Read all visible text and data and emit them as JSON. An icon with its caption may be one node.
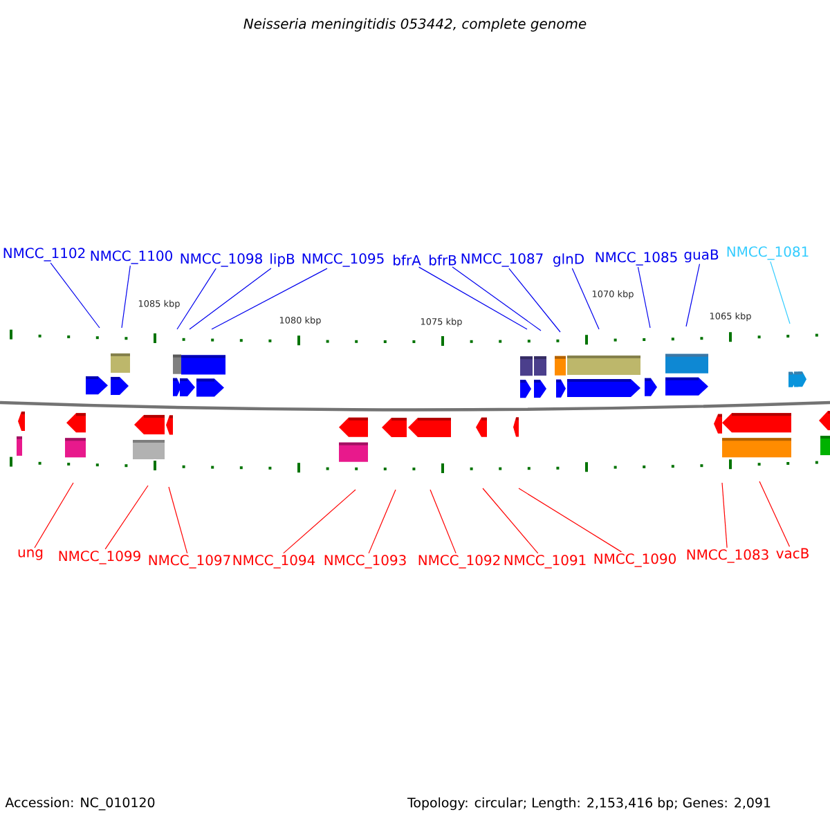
{
  "diagram": {
    "title": "Neisseria meningitidis 053442, complete genome",
    "nodes": [
      {
        "text": [
          "NMCC_1102"
        ]
      },
      {
        "text": [
          "NMCC_1100"
        ]
      },
      {
        "text": [
          "NMCC_1098"
        ]
      },
      {
        "text": [
          "lipB"
        ]
      },
      {
        "text": [
          "NMCC_1095"
        ]
      },
      {
        "text": [
          "bfrA"
        ]
      },
      {
        "text": [
          "bfrB"
        ]
      },
      {
        "text": [
          "NMCC_1087"
        ]
      },
      {
        "text": [
          "glnD"
        ]
      },
      {
        "text": [
          "NMCC_1085"
        ]
      },
      {
        "text": [
          "guaB"
        ]
      },
      {
        "text": [
          "NMCC_1081"
        ]
      },
      {
        "text": [
          "ung"
        ]
      },
      {
        "text": [
          "NMCC_1099"
        ]
      },
      {
        "text": [
          "NMCC_1097"
        ]
      },
      {
        "text": [
          "NMCC_1094"
        ]
      },
      {
        "text": [
          "NMCC_1093"
        ]
      },
      {
        "text": [
          "NMCC_1092"
        ]
      },
      {
        "text": [
          "NMCC_1091"
        ]
      },
      {
        "text": [
          "NMCC_1090"
        ]
      },
      {
        "text": [
          "NMCC_1083"
        ]
      },
      {
        "text": [
          "vacB"
        ]
      }
    ],
    "edges": [
      {
        "from": 0,
        "to": null,
        "arrow": "none"
      },
      {
        "from": 1,
        "to": null,
        "arrow": "none"
      },
      {
        "from": 2,
        "to": null,
        "arrow": "none"
      },
      {
        "from": 3,
        "to": null,
        "arrow": "none"
      },
      {
        "from": 4,
        "to": null,
        "arrow": "none"
      },
      {
        "from": 5,
        "to": null,
        "arrow": "none"
      },
      {
        "from": 6,
        "to": null,
        "arrow": "none"
      },
      {
        "from": 7,
        "to": null,
        "arrow": "none"
      },
      {
        "from": 8,
        "to": null,
        "arrow": "none"
      },
      {
        "from": 9,
        "to": null,
        "arrow": "none"
      },
      {
        "from": 10,
        "to": null,
        "arrow": "none"
      },
      {
        "from": 11,
        "to": null,
        "arrow": "none",
        "color": "#33ccff"
      },
      {
        "from": 12,
        "to": null,
        "arrow": "none",
        "color": "#ff0000"
      },
      {
        "from": 13,
        "to": null,
        "arrow": "none",
        "color": "#ff0000"
      },
      {
        "from": 14,
        "to": null,
        "arrow": "none",
        "color": "#ff0000"
      },
      {
        "from": 15,
        "to": null,
        "arrow": "none",
        "color": "#ff0000"
      },
      {
        "from": 16,
        "to": null,
        "arrow": "none",
        "color": "#ff0000"
      },
      {
        "from": 17,
        "to": null,
        "arrow": "none",
        "color": "#ff0000"
      },
      {
        "from": 18,
        "to": null,
        "arrow": "none",
        "color": "#ff0000"
      },
      {
        "from": 19,
        "to": null,
        "arrow": "none",
        "color": "#ff0000"
      },
      {
        "from": 20,
        "to": null,
        "arrow": "none",
        "color": "#ff0000"
      },
      {
        "from": 21,
        "to": null,
        "arrow": "none",
        "color": "#ff0000"
      }
    ],
    "labels": [
      "1085 kbp",
      "1080 kbp",
      "1075 kbp",
      "1070 kbp",
      "1065 kbp",
      "Accession: NC_010120",
      "Topology: circular; Length: 2,153,416 bp; Genes: 2,091"
    ]
  }
}
